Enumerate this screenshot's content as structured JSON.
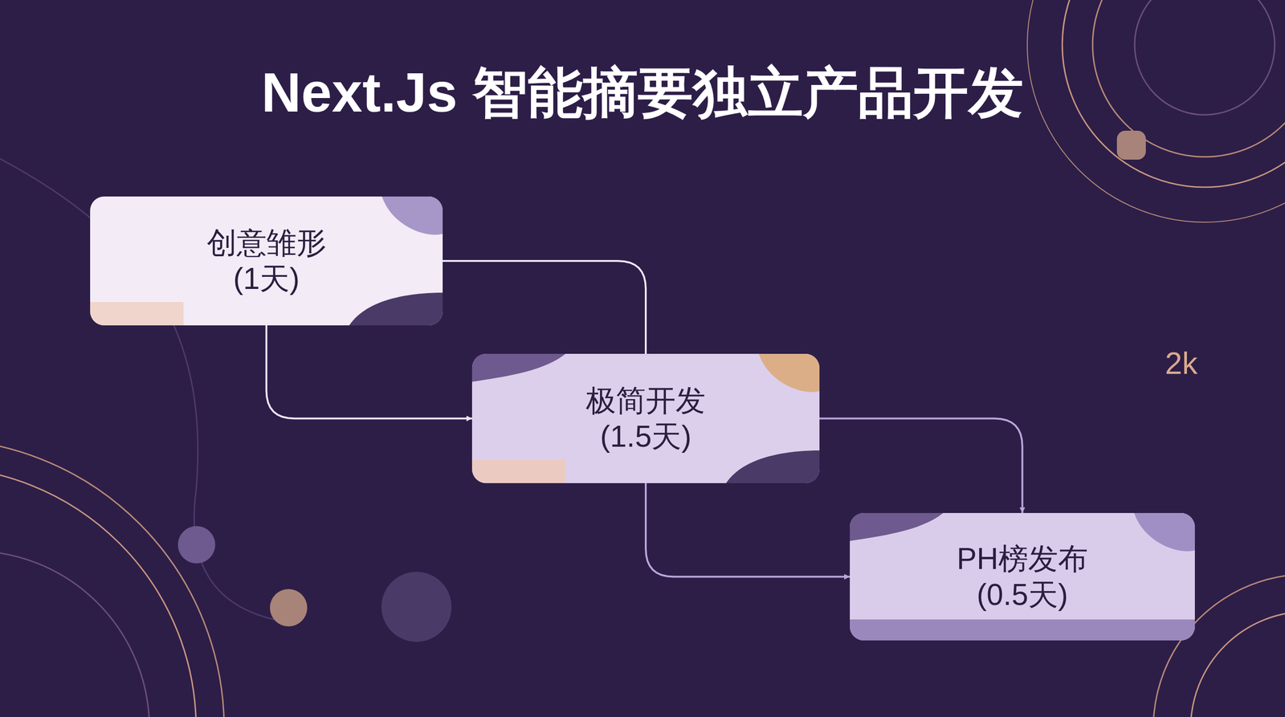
{
  "diagram": {
    "title": "Next.Js 智能摘要独立产品开发",
    "nodes": [
      {
        "text": [
          "创意雏形",
          "(1天)"
        ]
      },
      {
        "text": [
          "极简开发",
          "(1.5天)"
        ]
      },
      {
        "text": [
          "PH榜发布",
          "(0.5天)"
        ]
      }
    ],
    "edges": [
      {
        "from": 0,
        "to": 1,
        "arrow": "to"
      },
      {
        "from": 0,
        "to": 1,
        "arrow": "none"
      },
      {
        "from": 1,
        "to": 2,
        "arrow": "to"
      },
      {
        "from": 1,
        "to": 2,
        "arrow": "to"
      }
    ],
    "labels": [
      "2k"
    ]
  }
}
